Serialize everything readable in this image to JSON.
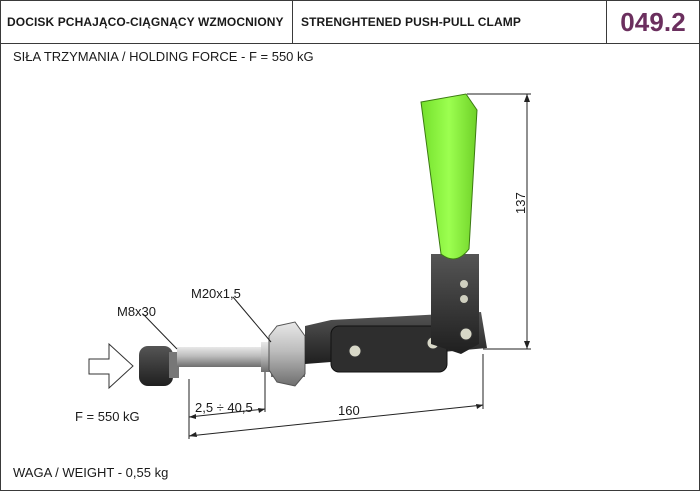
{
  "header": {
    "title_pl": "DOCISK PCHAJĄCO-CIĄGNĄCY WZMOCNIONY",
    "title_en": "STRENGHTENED PUSH-PULL CLAMP",
    "code": "049.2"
  },
  "specs": {
    "holding_force": "SIŁA TRZYMANIA / HOLDING FORCE - F = 550 kG",
    "weight": "WAGA / WEIGHT - 0,55 kg"
  },
  "drawing": {
    "labels": {
      "thread_tip": "M8x30",
      "thread_body": "M20x1,5",
      "force_arrow": "F = 550 kG",
      "stroke": "2,5 ÷ 40,5",
      "length": "160",
      "height": "137"
    }
  },
  "colors": {
    "brand_code": "#6b2f5e",
    "handle": "#8cf53c",
    "body": "#2e2e2e",
    "steel": "#b9b9b9"
  }
}
